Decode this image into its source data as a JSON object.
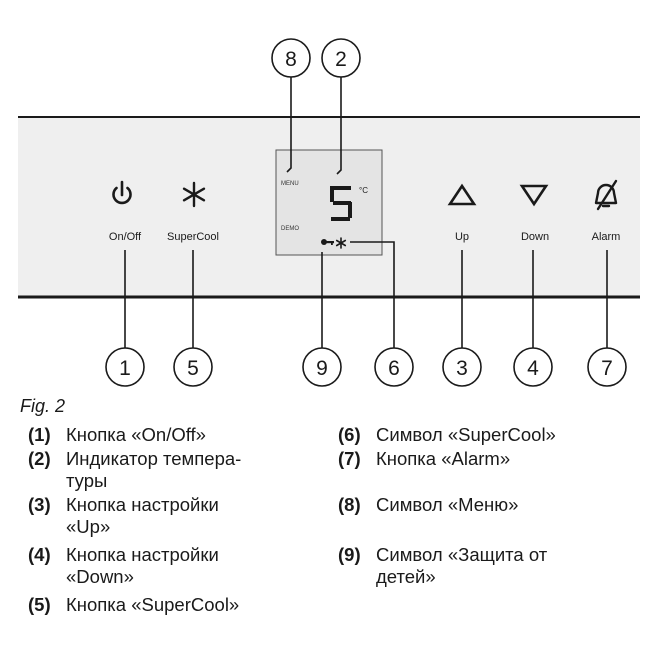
{
  "panel": {
    "buttons": [
      {
        "id": "onoff",
        "label": "On/Off",
        "icon": "power-icon"
      },
      {
        "id": "supercool",
        "label": "SuperCool",
        "icon": "snowflake-icon"
      },
      {
        "id": "up",
        "label": "Up",
        "icon": "triangle-up-icon"
      },
      {
        "id": "down",
        "label": "Down",
        "icon": "triangle-down-icon"
      },
      {
        "id": "alarm",
        "label": "Alarm",
        "icon": "alarm-off-icon"
      }
    ],
    "display": {
      "menu_label": "MENU",
      "demo_label": "DEMO",
      "temperature_digit": "5",
      "unit": "°C",
      "key_icon": "key-icon",
      "snowflake_icon": "snowflake-icon"
    }
  },
  "callouts": [
    "1",
    "2",
    "3",
    "4",
    "5",
    "6",
    "7",
    "8",
    "9"
  ],
  "caption": "Fig. 2",
  "legend": [
    {
      "num": "(1)",
      "text": "Кнопка «On/Off»"
    },
    {
      "num": "(2)",
      "text": "Индикатор темпера-\nтуры"
    },
    {
      "num": "(3)",
      "text": "Кнопка настройки\n«Up»"
    },
    {
      "num": "(4)",
      "text": "Кнопка настройки\n«Down»"
    },
    {
      "num": "(5)",
      "text": "Кнопка «SuperCool»"
    },
    {
      "num": "(6)",
      "text": "Символ «SuperCool»"
    },
    {
      "num": "(7)",
      "text": "Кнопка «Alarm»"
    },
    {
      "num": "(8)",
      "text": "Символ «Меню»"
    },
    {
      "num": "(9)",
      "text": "Символ «Защита от\nдетей»"
    }
  ],
  "colors": {
    "panel_bg": "#efefef",
    "display_bg": "#e4e4e4",
    "stroke": "#1a1a1a"
  }
}
